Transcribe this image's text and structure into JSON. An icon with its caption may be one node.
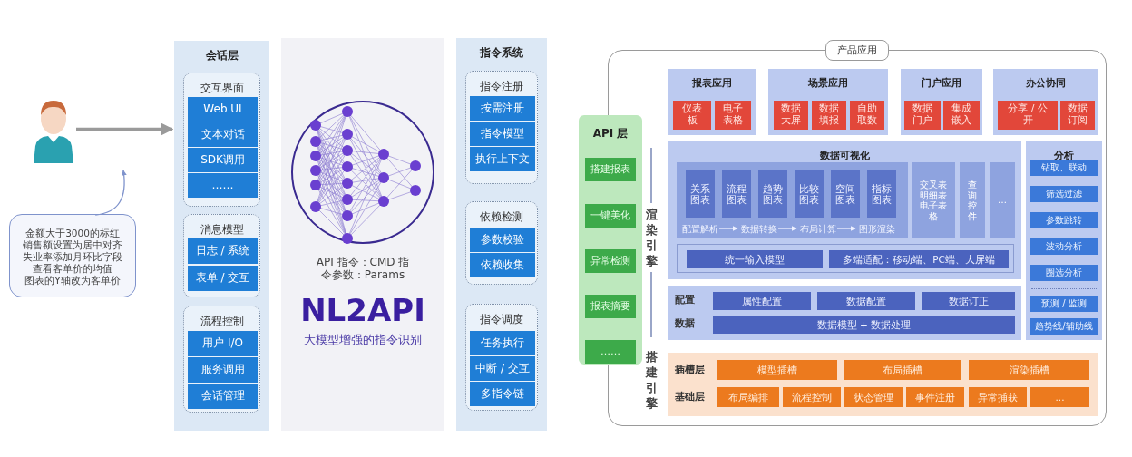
{
  "diagram": {
    "nodes": [
      {
        "text": [],
        "shape": "person"
      },
      {
        "text": [
          "金额大于3000的标红",
          "销售额设置为居中对齐",
          "失业率添加月环比字段",
          "查看客单价的均值",
          "图表的Y轴改为客单价"
        ]
      },
      {
        "text": [
          "会话层"
        ]
      },
      {
        "text": [
          "交互界面"
        ],
        "in": 2
      },
      {
        "text": [
          "Web UI"
        ],
        "in": 3
      },
      {
        "text": [
          "文本对话"
        ],
        "in": 3
      },
      {
        "text": [
          "SDK调用"
        ],
        "in": 3
      },
      {
        "text": [
          "……"
        ],
        "in": 3
      },
      {
        "text": [
          "消息模型"
        ],
        "in": 2
      },
      {
        "text": [
          "日志 / 系统"
        ],
        "in": 8
      },
      {
        "text": [
          "表单 / 交互"
        ],
        "in": 8
      },
      {
        "text": [
          "流程控制"
        ],
        "in": 2
      },
      {
        "text": [
          "用户 I/O"
        ],
        "in": 11
      },
      {
        "text": [
          "服务调用"
        ],
        "in": 11
      },
      {
        "text": [
          "会话管理"
        ],
        "in": 11
      },
      {
        "text": [
          "API 指令：CMD 指令参数：Params",
          "NL2API",
          "大模型增强的指令识别"
        ]
      },
      {
        "text": [
          "指令系统"
        ]
      },
      {
        "text": [
          "指令注册"
        ],
        "in": 16
      },
      {
        "text": [
          "按需注册"
        ],
        "in": 17
      },
      {
        "text": [
          "指令模型"
        ],
        "in": 17
      },
      {
        "text": [
          "执行上下文"
        ],
        "in": 17
      },
      {
        "text": [
          "依赖检测"
        ],
        "in": 16
      },
      {
        "text": [
          "参数校验"
        ],
        "in": 21
      },
      {
        "text": [
          "依赖收集"
        ],
        "in": 21
      },
      {
        "text": [
          "指令调度"
        ],
        "in": 16
      },
      {
        "text": [
          "任务执行"
        ],
        "in": 24
      },
      {
        "text": [
          "中断 / 交互"
        ],
        "in": 24
      },
      {
        "text": [
          "多指令链"
        ],
        "in": 24
      },
      {
        "text": [
          "产品应用"
        ]
      },
      {
        "text": [
          "API 层"
        ]
      },
      {
        "text": [
          "搭建报表"
        ],
        "in": 29
      },
      {
        "text": [
          "一键美化"
        ],
        "in": 29
      },
      {
        "text": [
          "异常检测"
        ],
        "in": 29
      },
      {
        "text": [
          "报表摘要"
        ],
        "in": 29
      },
      {
        "text": [
          "……"
        ],
        "in": 29
      },
      {
        "text": [
          "报表应用"
        ],
        "in": 28
      },
      {
        "text": [
          "仪表板"
        ],
        "in": 35
      },
      {
        "text": [
          "电子表格"
        ],
        "in": 35
      },
      {
        "text": [
          "场景应用"
        ],
        "in": 28
      },
      {
        "text": [
          "数据大屏"
        ],
        "in": 38
      },
      {
        "text": [
          "数据填报"
        ],
        "in": 38
      },
      {
        "text": [
          "自助取数"
        ],
        "in": 38
      },
      {
        "text": [
          "门户应用"
        ],
        "in": 28
      },
      {
        "text": [
          "数据门户"
        ],
        "in": 42
      },
      {
        "text": [
          "集成嵌入"
        ],
        "in": 42
      },
      {
        "text": [
          "办公协同"
        ],
        "in": 28
      },
      {
        "text": [
          "分享 / 公开"
        ],
        "in": 45
      },
      {
        "text": [
          "数据订阅"
        ],
        "in": 45
      },
      {
        "text": [
          "数据可视化"
        ],
        "in": 28
      },
      {
        "text": [],
        "shape": "box",
        "in": 48
      },
      {
        "text": [
          "关系图表"
        ],
        "in": 49
      },
      {
        "text": [
          "流程图表"
        ],
        "in": 49
      },
      {
        "text": [
          "趋势图表"
        ],
        "in": 49
      },
      {
        "text": [
          "比较图表"
        ],
        "in": 49
      },
      {
        "text": [
          "空间图表"
        ],
        "in": 49
      },
      {
        "text": [
          "指标图表"
        ],
        "in": 49
      },
      {
        "text": [
          "配置解析"
        ],
        "in": 49
      },
      {
        "text": [
          "数据转换"
        ],
        "in": 49
      },
      {
        "text": [
          "布局计算"
        ],
        "in": 49
      },
      {
        "text": [
          "图形渲染"
        ],
        "in": 49
      },
      {
        "text": [
          "交叉表明细表电子表格"
        ],
        "in": 48
      },
      {
        "text": [
          "查询控件"
        ],
        "in": 48
      },
      {
        "text": [
          "…"
        ],
        "in": 48
      },
      {
        "text": [],
        "shape": "box",
        "in": 48
      },
      {
        "text": [
          "统一输入模型"
        ],
        "in": 63
      },
      {
        "text": [
          "多端适配：移动端、PC端、大屏端"
        ],
        "in": 63
      },
      {
        "text": [
          "配置",
          "数据"
        ],
        "in": 28
      },
      {
        "text": [
          "属性配置"
        ],
        "in": 66
      },
      {
        "text": [
          "数据配置"
        ],
        "in": 66
      },
      {
        "text": [
          "数据订正"
        ],
        "in": 66
      },
      {
        "text": [
          "数据模型 + 数据处理"
        ],
        "in": 66
      },
      {
        "text": [
          "分析"
        ],
        "in": 28
      },
      {
        "text": [
          "钻取、联动"
        ],
        "in": 71
      },
      {
        "text": [
          "筛选过滤"
        ],
        "in": 71
      },
      {
        "text": [
          "参数跳转"
        ],
        "in": 71
      },
      {
        "text": [
          "波动分析"
        ],
        "in": 71
      },
      {
        "text": [
          "圈选分析"
        ],
        "in": 71
      },
      {
        "text": [
          "预测 / 监测"
        ],
        "in": 71
      },
      {
        "text": [
          "趋势线/辅助线"
        ],
        "in": 71
      },
      {
        "text": [
          "插槽层",
          "基础层"
        ],
        "in": 28
      },
      {
        "text": [
          "模型插槽"
        ],
        "in": 79
      },
      {
        "text": [
          "布局插槽"
        ],
        "in": 79
      },
      {
        "text": [
          "渲染插槽"
        ],
        "in": 79
      },
      {
        "text": [
          "布局编排"
        ],
        "in": 79
      },
      {
        "text": [
          "流程控制"
        ],
        "in": 79
      },
      {
        "text": [
          "状态管理"
        ],
        "in": 79
      },
      {
        "text": [
          "事件注册"
        ],
        "in": 79
      },
      {
        "text": [
          "异常捕获"
        ],
        "in": 79
      },
      {
        "text": [
          "..."
        ],
        "in": 79
      }
    ],
    "edges": [
      {
        "from": 0,
        "to": 2,
        "arrow": "to",
        "style": "thick",
        "color": "#9a9a9a"
      },
      {
        "from": 1,
        "to": null,
        "arrow": "to",
        "color": "#7f93cc"
      },
      {
        "from": 56,
        "to": 57,
        "arrow": "to"
      },
      {
        "from": 57,
        "to": 58,
        "arrow": "to"
      },
      {
        "from": 58,
        "to": 59,
        "arrow": "to"
      }
    ],
    "labels": [
      "渲染引擎",
      "搭建引擎"
    ]
  }
}
